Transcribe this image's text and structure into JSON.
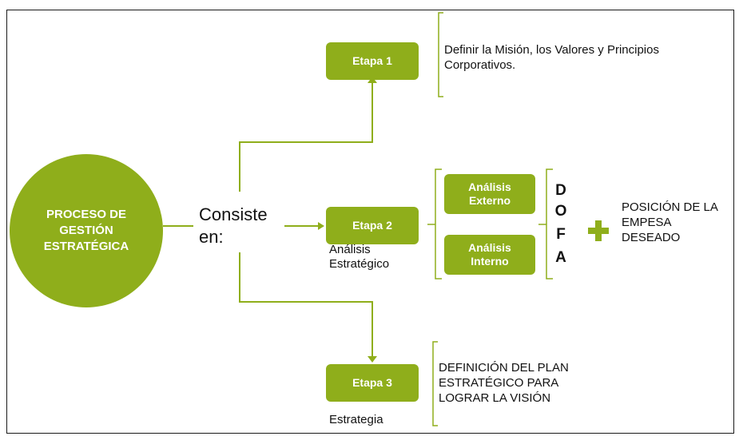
{
  "central": {
    "label": "PROCESO DE GESTIÓN ESTRATÉGICA"
  },
  "connector": {
    "label": "Consiste en:"
  },
  "etapa1": {
    "label": "Etapa 1",
    "description": "Definir la Misión, los Valores y Principios Corporativos."
  },
  "etapa2": {
    "label": "Etapa 2",
    "caption": "Análisis Estratégico",
    "externo": "Análisis Externo",
    "interno": "Análisis Interno",
    "dofa": [
      "D",
      "O",
      "F",
      "A"
    ],
    "result": "POSICIÓN DE LA EMPESA DESEADO"
  },
  "etapa3": {
    "label": "Etapa 3",
    "caption": "Estrategia",
    "description": "DEFINICIÓN DEL PLAN ESTRATÉGICO PARA LOGRAR LA VISIÓN"
  },
  "colors": {
    "accent": "#8fae1b",
    "line": "#8fae1b",
    "bracket": "#8fae1b",
    "text": "#111111"
  }
}
